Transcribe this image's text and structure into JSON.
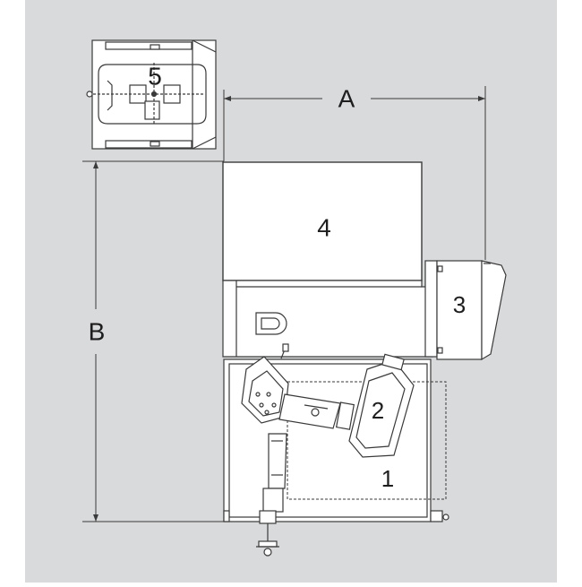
{
  "diagram": {
    "dimension_labels": {
      "width": "A",
      "height": "B"
    },
    "component_labels": [
      "1",
      "2",
      "3",
      "4",
      "5"
    ]
  },
  "colors": {
    "background": "#d9dadc",
    "line": "#3a3a3a",
    "fill": "#ffffff",
    "label": "#1e1e1e"
  }
}
